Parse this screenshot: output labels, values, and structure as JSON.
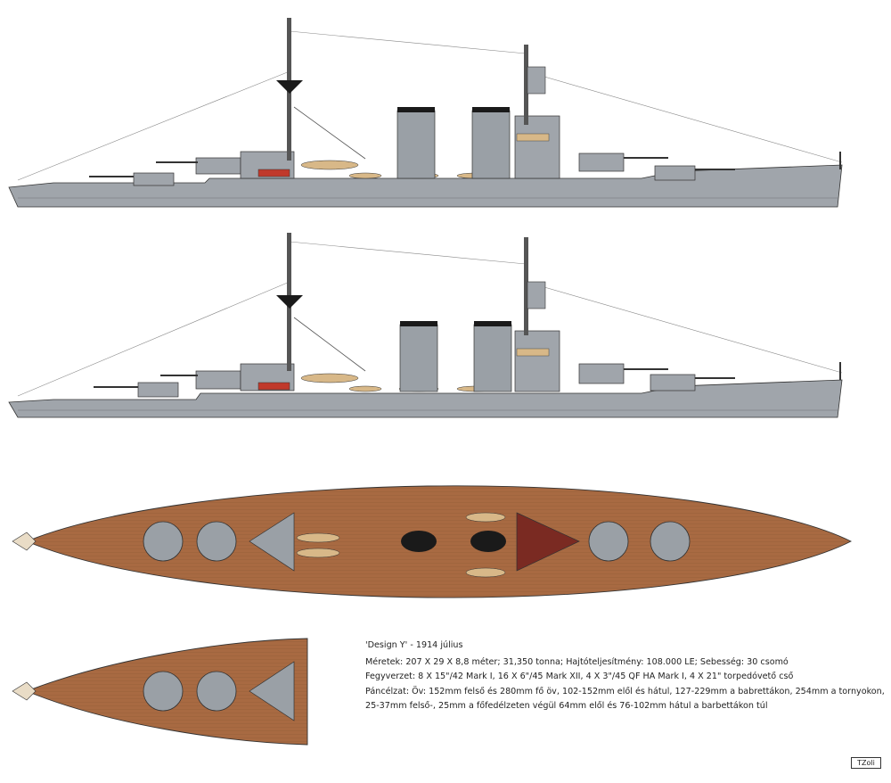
{
  "caption": {
    "title": "'Design Y' - 1914 július",
    "lines": [
      "Méretek: 207 X 29 X 8,8 méter; 31,350 tonna; Hajtóteljesítmény: 108.000 LE; Sebesség: 30 csomó",
      "Fegyverzet: 8 X 15\"/42 Mark I, 16 X 6\"/45 Mark XII, 4 X 3\"/45 QF HA Mark I, 4 X 21\" torpedóvető cső",
      "Páncélzat: Öv: 152mm felső  és 280mm fő öv, 102-152mm elől és hátul, 127-229mm a babrettákon, 254mm a tornyokon,",
      "25-37mm felső-, 25mm a főfedélzeten végül 64mm elől és 76-102mm hátul a barbettákon túl"
    ]
  },
  "signature": "TZoli",
  "colors": {
    "hull": "#a0a5ab",
    "hull_dark": "#6f757b",
    "deck_wood": "#a86a42",
    "deck_line": "#8b5533",
    "funnel": "#9aa0a6",
    "boat": "#d8b888",
    "red_band": "#c0392b",
    "black": "#1a1a1a"
  },
  "drawings": [
    {
      "view": "side-profile-upper"
    },
    {
      "view": "side-profile-lower"
    },
    {
      "view": "plan-view-full"
    },
    {
      "view": "plan-view-bow-detail"
    }
  ]
}
